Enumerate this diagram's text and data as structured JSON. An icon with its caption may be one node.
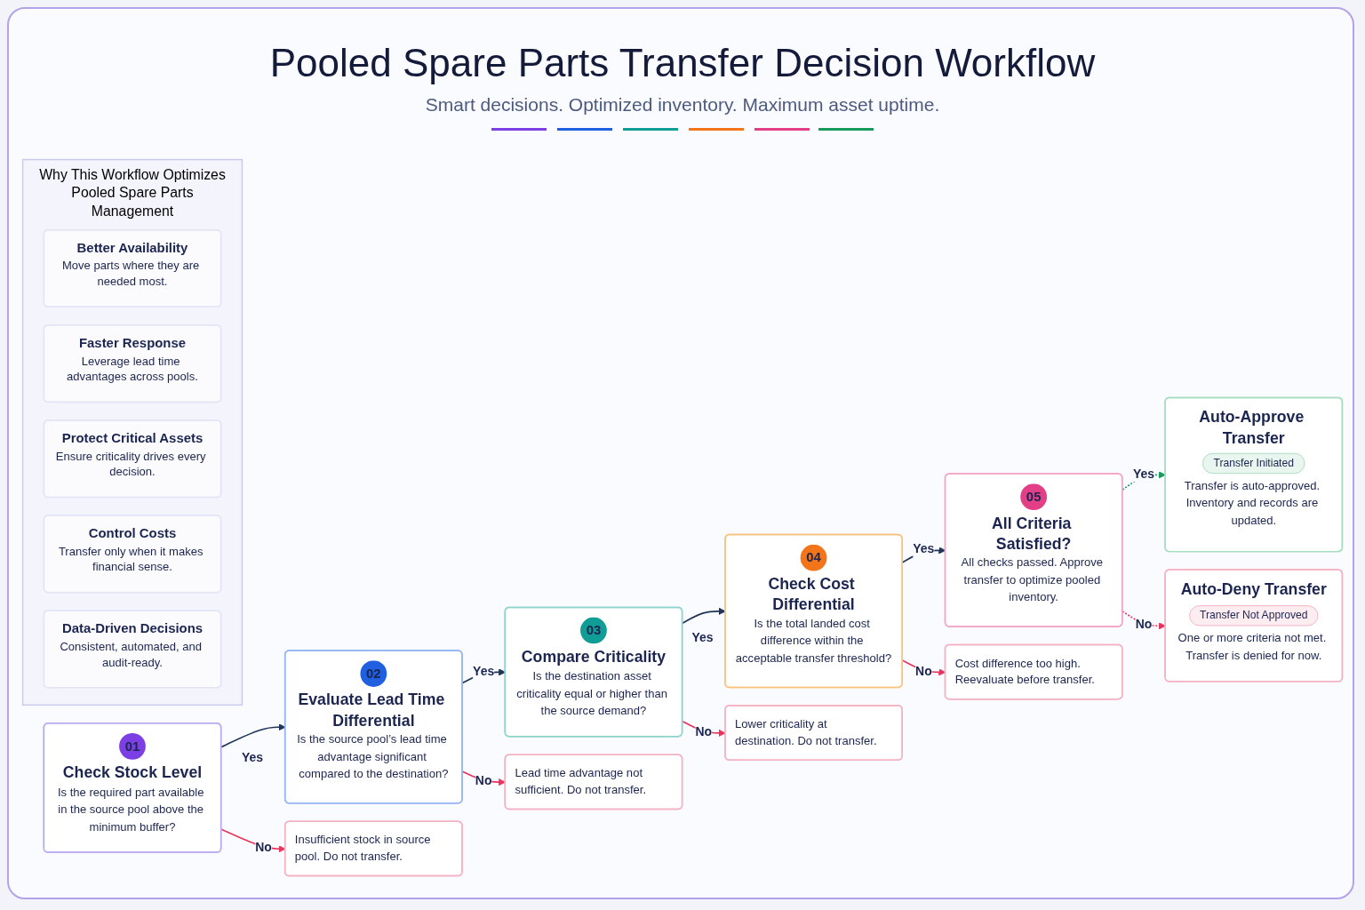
{
  "diagram": {
    "title": "Pooled Spare Parts Transfer Decision Workflow",
    "nodes": [
      {
        "text": [
          "01",
          "Check Stock Level",
          "Is the required part available in the source pool above the minimum buffer?"
        ]
      },
      {
        "text": [
          "02",
          "Evaluate Lead Time Differential",
          "Is the source pool’s lead time advantage significant compared to the destination?"
        ]
      },
      {
        "text": [
          "03",
          "Compare Criticality",
          "Is the destination asset criticality equal or higher than the source demand?"
        ]
      },
      {
        "text": [
          "04",
          "Check Cost Differential",
          "Is the total landed cost difference within the acceptable transfer threshold?"
        ]
      },
      {
        "text": [
          "05",
          "All Criteria Satisfied?",
          "All checks passed. Approve transfer to optimize pooled inventory."
        ]
      },
      {
        "text": [
          "Auto-Approve Transfer",
          "Transfer Initiated",
          "Transfer is auto-approved. Inventory and records are updated."
        ]
      },
      {
        "text": [
          "Auto-Deny Transfer",
          "Transfer Not Approved",
          "One or more criteria not met. Transfer is denied for now."
        ]
      },
      {
        "text": [
          "Insufficient stock in source pool. Do not transfer."
        ]
      },
      {
        "text": [
          "Lead time advantage not sufficient. Do not transfer."
        ]
      },
      {
        "text": [
          "Lower criticality at destination. Do not transfer."
        ]
      },
      {
        "text": [
          "Cost difference too high. Reevaluate before transfer."
        ]
      },
      {
        "text": [
          "Why This Workflow Optimizes Pooled Spare Parts Management"
        ]
      },
      {
        "text": [
          "Better Availability",
          "Move parts where they are needed most."
        ],
        "in": 11
      },
      {
        "text": [
          "Faster Response",
          "Leverage lead time advantages across pools."
        ],
        "in": 11
      },
      {
        "text": [
          "Protect Critical Assets",
          "Ensure criticality drives every decision."
        ],
        "in": 11
      },
      {
        "text": [
          "Control Costs",
          "Transfer only when it makes financial sense."
        ],
        "in": 11
      },
      {
        "text": [
          "Data-Driven Decisions",
          "Consistent, automated, and audit-ready."
        ],
        "in": 11
      }
    ],
    "edges": [
      {
        "from": 0,
        "to": 1,
        "arrow": "to",
        "label": "Yes",
        "color": "#1e3558"
      },
      {
        "from": 1,
        "to": 2,
        "arrow": "to",
        "label": "Yes",
        "color": "#1e3558"
      },
      {
        "from": 2,
        "to": 3,
        "arrow": "to",
        "label": "Yes",
        "color": "#1e3558"
      },
      {
        "from": 3,
        "to": 4,
        "arrow": "to",
        "label": "Yes",
        "color": "#1e3558"
      },
      {
        "from": 4,
        "to": 5,
        "arrow": "to",
        "label": "Yes",
        "style": "dashed",
        "color": "#189a5c"
      },
      {
        "from": 0,
        "to": 7,
        "arrow": "to",
        "label": "No",
        "color": "#e8335d"
      },
      {
        "from": 1,
        "to": 8,
        "arrow": "to",
        "label": "No",
        "color": "#e8335d"
      },
      {
        "from": 2,
        "to": 9,
        "arrow": "to",
        "label": "No",
        "color": "#e8335d"
      },
      {
        "from": 3,
        "to": 10,
        "arrow": "to",
        "label": "No",
        "color": "#e8335d"
      },
      {
        "from": 4,
        "to": 6,
        "arrow": "to",
        "label": "No",
        "style": "dashed",
        "color": "#e8335d"
      }
    ],
    "labels": [
      "Smart decisions. Optimized inventory. Maximum asset uptime."
    ]
  }
}
